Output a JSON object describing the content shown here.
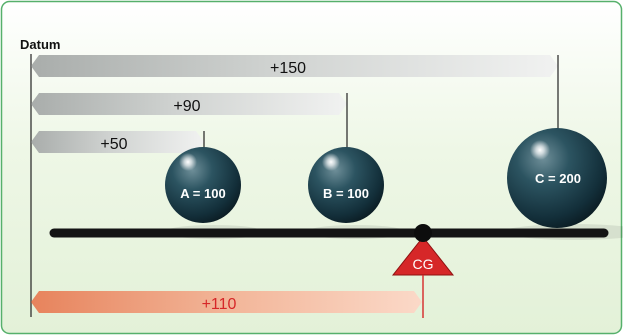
{
  "datum_label": "Datum",
  "arms": [
    {
      "label": "+150"
    },
    {
      "label": "+90"
    },
    {
      "label": "+50"
    }
  ],
  "weights": [
    {
      "label": "A = 100"
    },
    {
      "label": "B = 100"
    },
    {
      "label": "C = 200"
    }
  ],
  "cg": {
    "label": "CG",
    "arm_label": "+110"
  },
  "colors": {
    "panel_fill": "#eaf5df",
    "panel_border": "#56b06b",
    "arm_bar": "#c5c8c6",
    "cg_bar": "#ee9a78",
    "cg_red": "#d62728",
    "sphere": "#173844",
    "beam": "#141414"
  }
}
